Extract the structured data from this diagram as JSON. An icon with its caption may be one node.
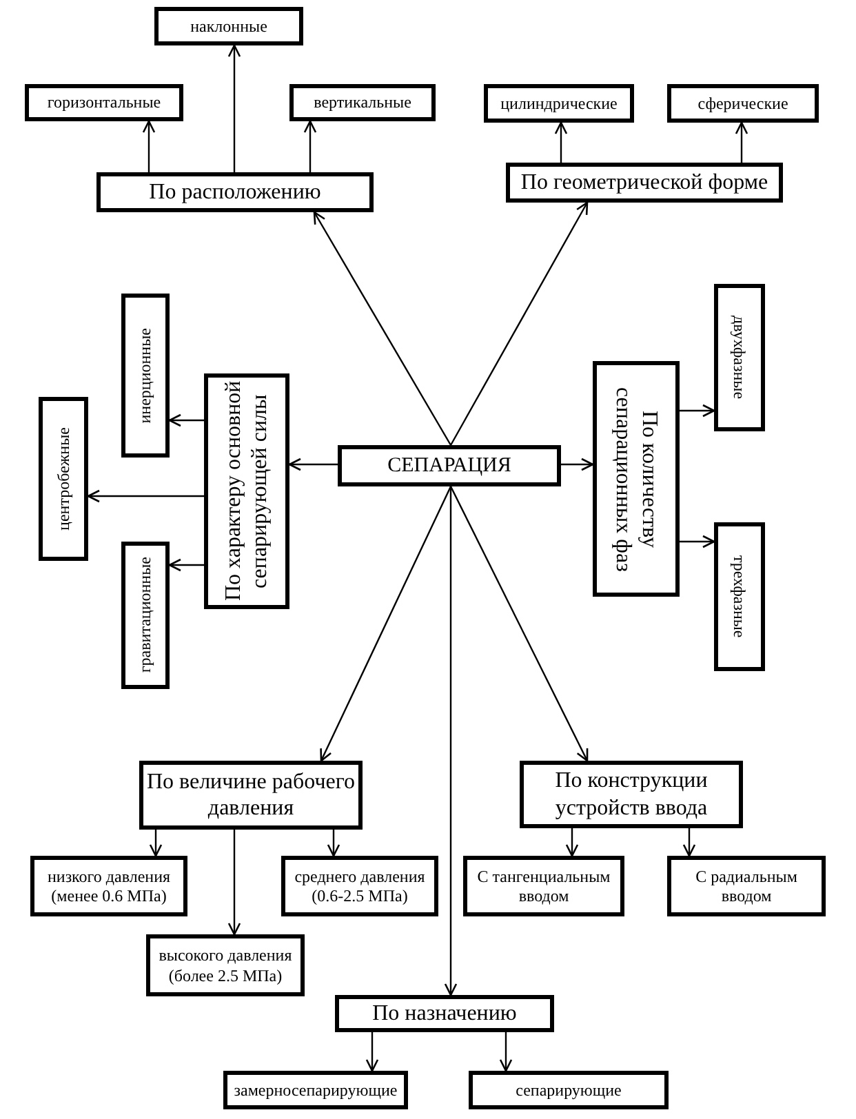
{
  "diagram": {
    "nodes": [
      {
        "text": [
          "СЕПАРАЦИЯ"
        ]
      },
      {
        "text": [
          "По расположению"
        ]
      },
      {
        "text": [
          "наклонные"
        ]
      },
      {
        "text": [
          "горизонтальные"
        ]
      },
      {
        "text": [
          "вертикальные"
        ]
      },
      {
        "text": [
          "По геометрической форме"
        ]
      },
      {
        "text": [
          "цилиндрические"
        ]
      },
      {
        "text": [
          "сферические"
        ]
      },
      {
        "text": [
          "По характеру основной сепарирующей силы"
        ]
      },
      {
        "text": [
          "инерционные"
        ]
      },
      {
        "text": [
          "центробежные"
        ]
      },
      {
        "text": [
          "гравитационные"
        ]
      },
      {
        "text": [
          "По количеству сепарационных фаз"
        ]
      },
      {
        "text": [
          "двухфазные"
        ]
      },
      {
        "text": [
          "трехфазные"
        ]
      },
      {
        "text": [
          "По величине рабочего давления"
        ]
      },
      {
        "text": [
          "низкого давления (менее 0.6 МПа)"
        ]
      },
      {
        "text": [
          "среднего давления (0.6-2.5 МПа)"
        ]
      },
      {
        "text": [
          "высокого давления (более 2.5 МПа)"
        ]
      },
      {
        "text": [
          "По конструкции устройств ввода"
        ]
      },
      {
        "text": [
          "С тангенциальным вводом"
        ]
      },
      {
        "text": [
          "С радиальным вводом"
        ]
      },
      {
        "text": [
          "По назначению"
        ]
      },
      {
        "text": [
          "замерносепарирующие"
        ]
      },
      {
        "text": [
          "сепарирующие"
        ]
      }
    ],
    "edges": [
      {
        "from": 0,
        "to": 1,
        "arrow": "to"
      },
      {
        "from": 0,
        "to": 5,
        "arrow": "to"
      },
      {
        "from": 0,
        "to": 8,
        "arrow": "to"
      },
      {
        "from": 0,
        "to": 12,
        "arrow": "to"
      },
      {
        "from": 0,
        "to": 15,
        "arrow": "to"
      },
      {
        "from": 0,
        "to": 19,
        "arrow": "to"
      },
      {
        "from": 0,
        "to": 22,
        "arrow": "to"
      },
      {
        "from": 1,
        "to": 3,
        "arrow": "to"
      },
      {
        "from": 1,
        "to": 2,
        "arrow": "to"
      },
      {
        "from": 1,
        "to": 4,
        "arrow": "to"
      },
      {
        "from": 5,
        "to": 6,
        "arrow": "to"
      },
      {
        "from": 5,
        "to": 7,
        "arrow": "to"
      },
      {
        "from": 8,
        "to": 9,
        "arrow": "to"
      },
      {
        "from": 8,
        "to": 10,
        "arrow": "to"
      },
      {
        "from": 8,
        "to": 11,
        "arrow": "to"
      },
      {
        "from": 12,
        "to": 13,
        "arrow": "to"
      },
      {
        "from": 12,
        "to": 14,
        "arrow": "to"
      },
      {
        "from": 15,
        "to": 16,
        "arrow": "to"
      },
      {
        "from": 15,
        "to": 18,
        "arrow": "to"
      },
      {
        "from": 15,
        "to": 17,
        "arrow": "to"
      },
      {
        "from": 19,
        "to": 20,
        "arrow": "to"
      },
      {
        "from": 19,
        "to": 21,
        "arrow": "to"
      },
      {
        "from": 22,
        "to": 23,
        "arrow": "to"
      },
      {
        "from": 22,
        "to": 24,
        "arrow": "to"
      }
    ]
  }
}
